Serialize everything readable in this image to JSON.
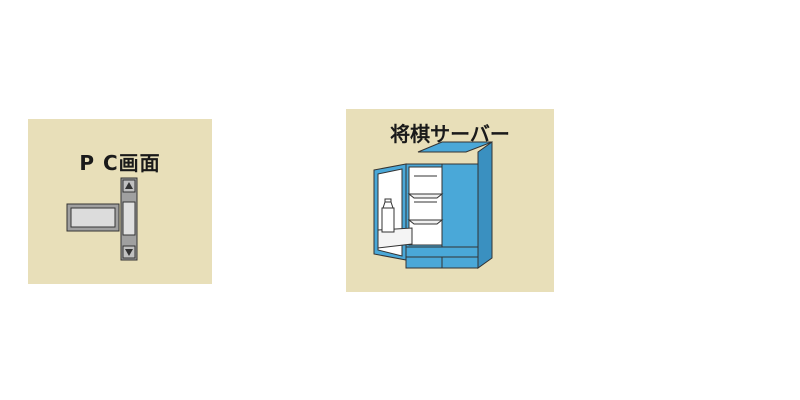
{
  "nodes": [
    {
      "id": "pc",
      "label": "P C画面",
      "icon": "pc-screen-icon"
    },
    {
      "id": "server",
      "label": "将棋サーバー",
      "icon": "server-cabinet-icon"
    }
  ],
  "colors": {
    "panel_background": "#e8dfb9",
    "cabinet_blue": "#4aa8d8",
    "device_gray": "#a0a0a0",
    "outline": "#333333"
  }
}
